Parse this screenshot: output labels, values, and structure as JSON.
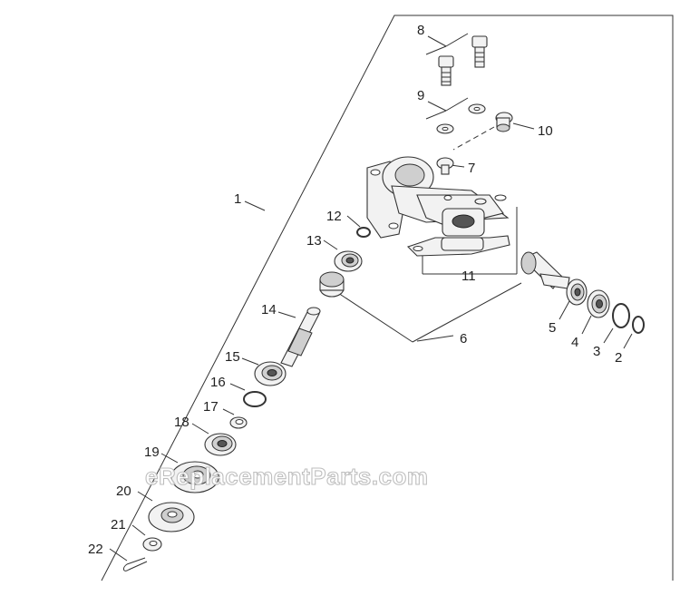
{
  "callouts": [
    {
      "id": "1",
      "text": "1"
    },
    {
      "id": "2",
      "text": "2"
    },
    {
      "id": "3",
      "text": "3"
    },
    {
      "id": "4",
      "text": "4"
    },
    {
      "id": "5",
      "text": "5"
    },
    {
      "id": "6",
      "text": "6"
    },
    {
      "id": "7",
      "text": "7"
    },
    {
      "id": "8",
      "text": "8"
    },
    {
      "id": "9",
      "text": "9"
    },
    {
      "id": "10",
      "text": "10"
    },
    {
      "id": "11",
      "text": "11"
    },
    {
      "id": "12",
      "text": "12"
    },
    {
      "id": "13",
      "text": "13"
    },
    {
      "id": "14",
      "text": "14"
    },
    {
      "id": "15",
      "text": "15"
    },
    {
      "id": "16",
      "text": "16"
    },
    {
      "id": "17",
      "text": "17"
    },
    {
      "id": "18",
      "text": "18"
    },
    {
      "id": "19",
      "text": "19"
    },
    {
      "id": "20",
      "text": "20"
    },
    {
      "id": "21",
      "text": "21"
    },
    {
      "id": "22",
      "text": "22"
    }
  ],
  "watermark": "eReplacementParts.com"
}
